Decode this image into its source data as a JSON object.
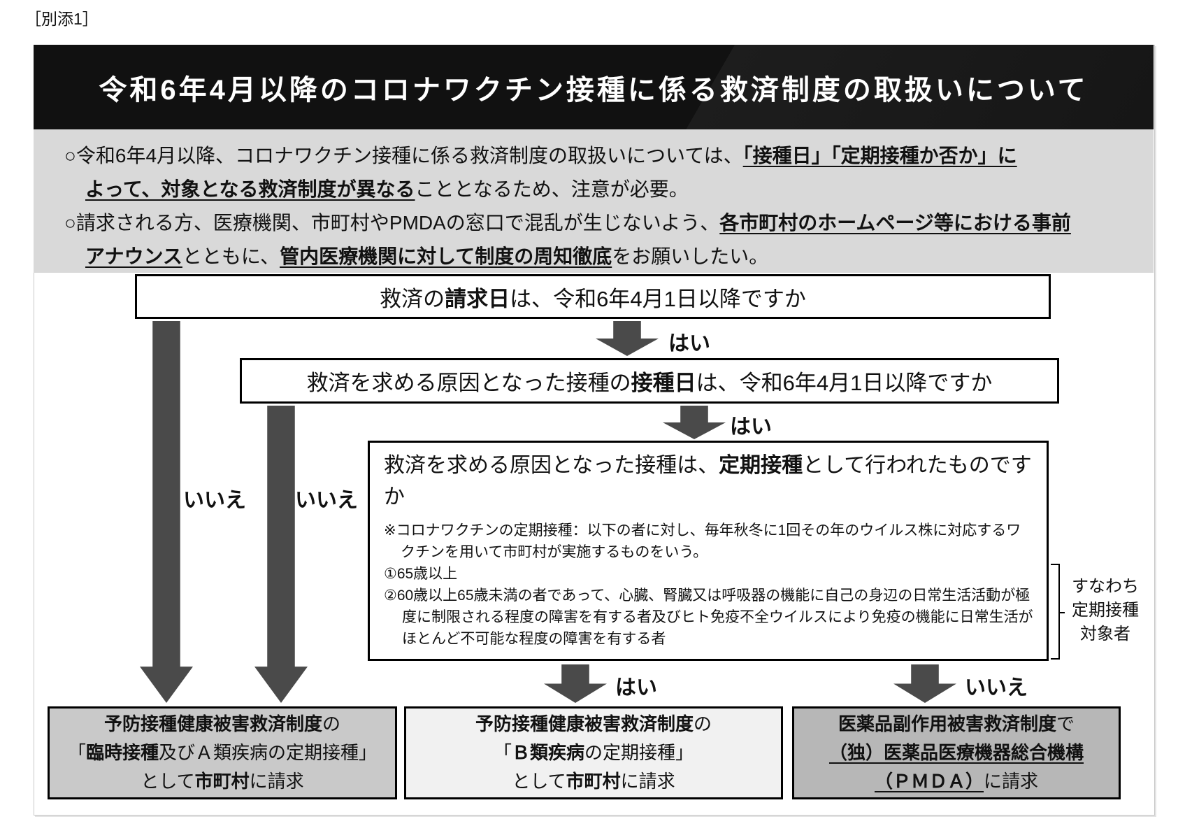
{
  "page_tag": "［別添1］",
  "header": {
    "title": "令和6年4月以降のコロナワクチン接種に係る救済制度の取扱いについて"
  },
  "intro": {
    "line1": {
      "s1": "○令和6年4月以降、コロナワクチン接種に係る救済制度の取扱いについては、",
      "s2": "「接種日」「定期接種か否か」に"
    },
    "line2": {
      "s1": "よって、対象となる救済制度が異なる",
      "s2": "こととなるため、注意が必要。"
    },
    "line3": {
      "s1": "○請求される方、医療機関、市町村やPMDAの窓口で混乱が生じないよう、",
      "s2": "各市町村のホームページ等における事前"
    },
    "line4": {
      "s1": "アナウンス",
      "s2": "とともに、",
      "s3": "管内医療機関に対して制度の周知徹底",
      "s4": "をお願いしたい。"
    }
  },
  "flow": {
    "q1": {
      "pre": "救済の",
      "em": "請求日",
      "post": "は、令和6年4月1日以降ですか"
    },
    "q2": {
      "pre": "救済を求める原因となった接種の",
      "em": "接種日",
      "post": "は、令和6年4月1日以降ですか"
    },
    "q3": {
      "pre": "救済を求める原因となった接種は、",
      "em": "定期接種",
      "post": "として行われたものですか",
      "note": "※コロナワクチンの定期接種：以下の者に対し、毎年秋冬に1回その年のウイルス株に対応するワクチンを用いて市町村が実施するものをいう。",
      "item1": "①65歳以上",
      "item2": "②60歳以上65歳未満の者であって、心臓、腎臓又は呼吸器の機能に自己の身辺の日常生活活動が極度に制限される程度の障害を有する者及びヒト免疫不全ウイルスにより免疫の機能に日常生活がほとんど不可能な程度の障害を有する者"
    },
    "labels": {
      "yes1": "はい",
      "yes2": "はい",
      "yes3": "はい",
      "no1": "いいえ",
      "no2": "いいえ",
      "no3": "いいえ"
    },
    "side_note": {
      "l1": "すなわち",
      "l2": "定期接種",
      "l3": "対象者"
    }
  },
  "results": {
    "r1": {
      "l1b": "予防接種健康被害救済制度",
      "l1": "の",
      "l2pre": "「",
      "l2b": "臨時接種",
      "l2post": "及びＡ類疾病の定期接種」",
      "l3pre": "として",
      "l3b": "市町村",
      "l3post": "に請求"
    },
    "r2": {
      "l1b": "予防接種健康被害救済制度",
      "l1": "の",
      "l2pre": "「",
      "l2b": "Ｂ類疾病",
      "l2post": "の定期接種」",
      "l3pre": "として",
      "l3b": "市町村",
      "l3post": "に請求"
    },
    "r3": {
      "l1b": "医薬品副作用被害救済制度",
      "l1": "で",
      "l2b": "（独）医薬品医療機器総合機構",
      "l3b": "（ＰＭＤＡ）",
      "l3post": "に請求"
    }
  },
  "colors": {
    "title_bg": "#151515",
    "title_text": "#ffffff",
    "intro_bg": "#d9d9d9",
    "arrow": "#4a4a4a",
    "box_border": "#000000",
    "result1_bg": "#c9c9c9",
    "result2_bg": "#f1f1f1",
    "result3_bg": "#b7b7b7"
  }
}
